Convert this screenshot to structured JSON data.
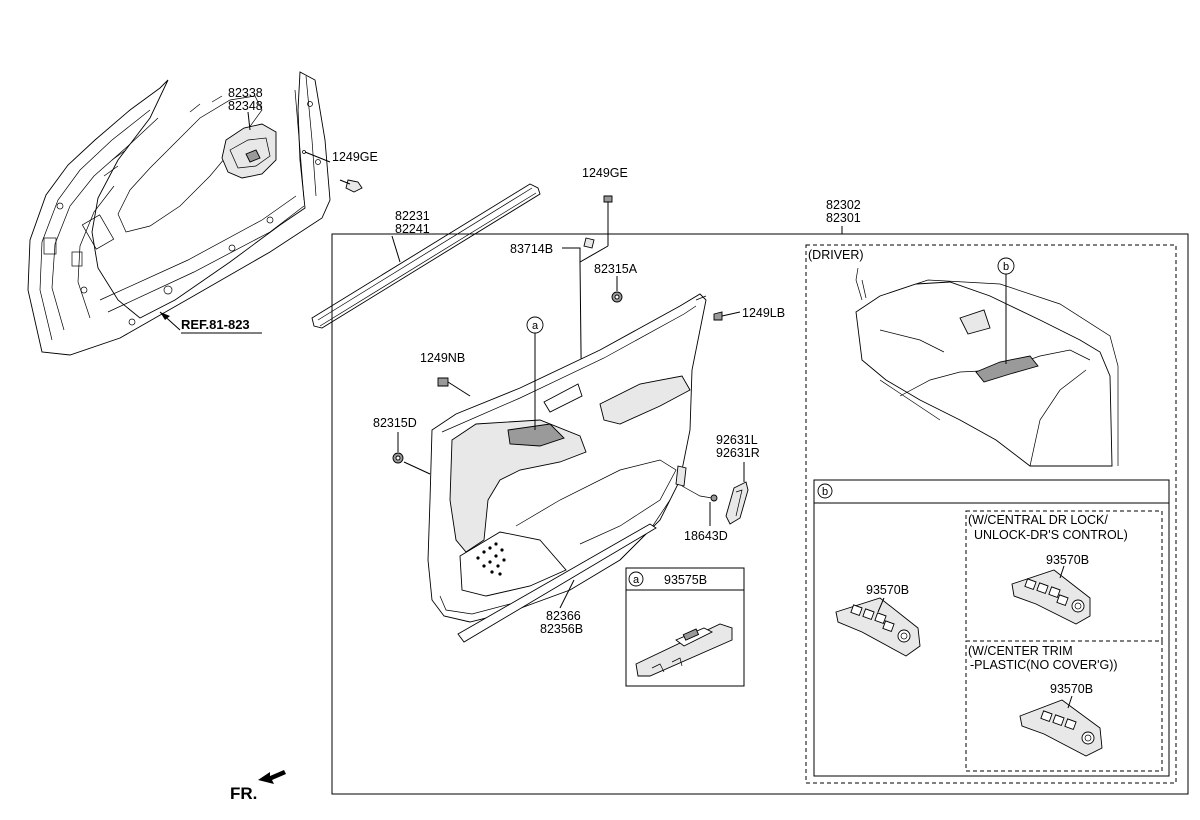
{
  "diagram": {
    "part_labels": {
      "p82338": "82338",
      "p82348": "82348",
      "p1249ge_a": "1249GE",
      "p82231": "82231",
      "p82241": "82241",
      "p1249ge_b": "1249GE",
      "p82302": "82302",
      "p82301": "82301",
      "p83714b": "83714B",
      "p82315a": "82315A",
      "p1249lb": "1249LB",
      "p1249nb": "1249NB",
      "p82315d": "82315D",
      "p92631l": "92631L",
      "p92631r": "92631R",
      "p18643d": "18643D",
      "p82366": "82366",
      "p82356b": "82356B",
      "p93575b": "93575B",
      "p93570b_main": "93570B",
      "p93570b_lock": "93570B",
      "p93570b_trim": "93570B"
    },
    "ref_label": "REF.81-823",
    "callouts": {
      "a_main": "a",
      "a_box": "a",
      "b_driver": "b",
      "b_box": "b"
    },
    "notes": {
      "driver": "(DRIVER)",
      "lock_line1": "(W/CENTRAL DR LOCK/",
      "lock_line2": "UNLOCK-DR'S CONTROL)",
      "trim_line1": "(W/CENTER TRIM",
      "trim_line2": "-PLASTIC(NO COVER'G))"
    },
    "direction_label": "FR."
  }
}
